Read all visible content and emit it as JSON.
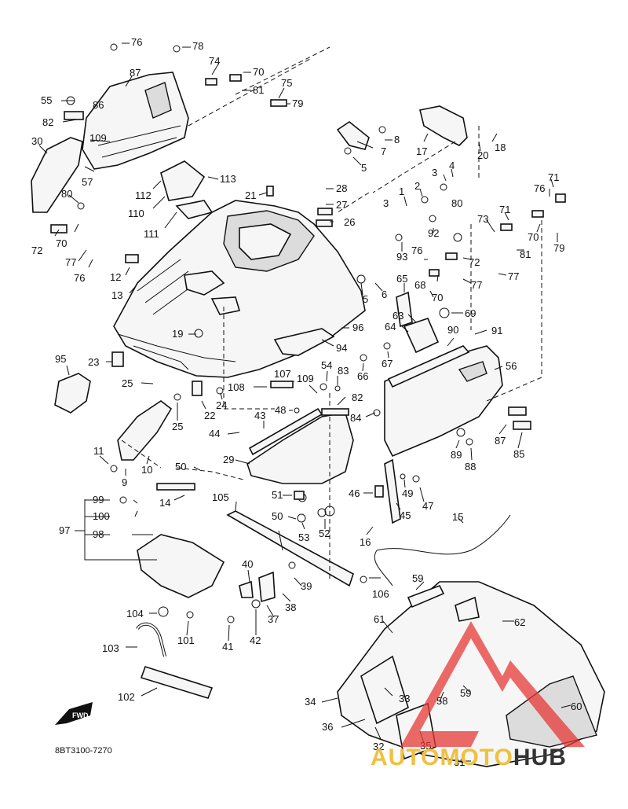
{
  "diagram": {
    "code": "8BT3100-7270",
    "fwd_label": "FWD",
    "watermark": {
      "part1": "AUTO",
      "part2": "MOTO",
      "part3": "HUB",
      "color1": "#f0c040",
      "color2": "#f0c040",
      "color3": "#333333",
      "logo_color": "#e53935"
    },
    "callouts": {
      "c76a": "76",
      "c78": "78",
      "c74": "74",
      "c70a": "70",
      "c81a": "81",
      "c75": "75",
      "c79a": "79",
      "c87a": "87",
      "c86": "86",
      "c55": "55",
      "c82a": "82",
      "c30": "30",
      "c109a": "109",
      "c57": "57",
      "c80a": "80",
      "c72a": "72",
      "c70b": "70",
      "c77a": "77",
      "c76b": "76",
      "c8": "8",
      "c7": "7",
      "c5a": "5",
      "c17": "17",
      "c20": "20",
      "c18": "18",
      "c112": "112",
      "c110": "110",
      "c111": "111",
      "c113": "113",
      "c21": "21",
      "c28": "28",
      "c27": "27",
      "c26": "26",
      "c3a": "3",
      "c4": "4",
      "c3b": "3",
      "c2": "2",
      "c1": "1",
      "c92": "92",
      "c93": "93",
      "c80b": "80",
      "c73": "73",
      "c71a": "71",
      "c76c": "76",
      "c71b": "71",
      "c70c": "70",
      "c79b": "79",
      "c76d": "76",
      "c72b": "72",
      "c81b": "81",
      "c77b": "77",
      "c77c": "77",
      "c70d": "70",
      "c68": "68",
      "c65": "65",
      "c6": "6",
      "c5b": "5",
      "c12": "12",
      "c13": "13",
      "c19": "19",
      "c96": "96",
      "c94": "94",
      "c69": "69",
      "c63": "63",
      "c64": "64",
      "c91": "91",
      "c90": "90",
      "c67": "67",
      "c66": "66",
      "c56": "56",
      "c95": "95",
      "c23": "23",
      "c25a": "25",
      "c107": "107",
      "c108": "108",
      "c24": "24",
      "c22": "22",
      "c25b": "25",
      "c54": "54",
      "c109b": "109",
      "c83": "83",
      "c82b": "82",
      "c48": "48",
      "c43": "43",
      "c84": "84",
      "c44": "44",
      "c29": "29",
      "c87b": "87",
      "c85": "85",
      "c89": "89",
      "c88": "88",
      "c11": "11",
      "c9": "9",
      "c10": "10",
      "c50a": "50",
      "c14": "14",
      "c46": "46",
      "c49": "49",
      "c47": "47",
      "c45": "45",
      "c99": "99",
      "c100": "100",
      "c97": "97",
      "c98": "98",
      "c105": "105",
      "c51": "51",
      "c50b": "50",
      "c53": "53",
      "c52": "52",
      "c15": "15",
      "c16": "16",
      "c106": "106",
      "c40": "40",
      "c39": "39",
      "c38": "38",
      "c37": "37",
      "c42": "42",
      "c41": "41",
      "c104": "104",
      "c101": "101",
      "c103": "103",
      "c102": "102",
      "c59a": "59",
      "c61": "61",
      "c62": "62",
      "c33": "33",
      "c34": "34",
      "c58": "58",
      "c59b": "59",
      "c60": "60",
      "c36": "36",
      "c32": "32",
      "c35": "35",
      "c31": "31"
    }
  }
}
